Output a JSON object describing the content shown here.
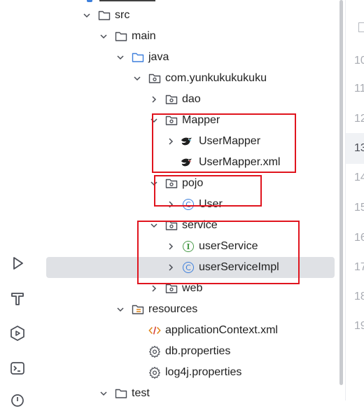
{
  "project_tree": {
    "nodes": [
      {
        "label": "src",
        "expanded": true,
        "icon": "folder-icon"
      },
      {
        "label": "main",
        "expanded": true,
        "icon": "folder-icon"
      },
      {
        "label": "java",
        "expanded": true,
        "icon": "source-folder-icon"
      },
      {
        "label": "com.yunkukukukuku",
        "expanded": true,
        "icon": "package-icon"
      },
      {
        "label": "dao",
        "expanded": false,
        "icon": "package-icon"
      },
      {
        "label": "Mapper",
        "expanded": true,
        "icon": "package-icon"
      },
      {
        "label": "UserMapper",
        "expanded": false,
        "icon": "mybatis-bird-icon"
      },
      {
        "label": "UserMapper.xml",
        "icon": "mybatis-bird-xml-icon"
      },
      {
        "label": "pojo",
        "expanded": true,
        "icon": "package-icon"
      },
      {
        "label": "User",
        "expanded": false,
        "icon": "class-icon"
      },
      {
        "label": "service",
        "expanded": true,
        "icon": "package-icon"
      },
      {
        "label": "userService",
        "expanded": false,
        "icon": "interface-icon"
      },
      {
        "label": "userServiceImpl",
        "expanded": false,
        "icon": "class-icon",
        "selected": true
      },
      {
        "label": "web",
        "expanded": false,
        "icon": "package-icon"
      },
      {
        "label": "resources",
        "expanded": true,
        "icon": "resources-folder-icon"
      },
      {
        "label": "applicationContext.xml",
        "icon": "xml-file-icon"
      },
      {
        "label": "db.properties",
        "icon": "properties-file-icon"
      },
      {
        "label": "log4j.properties",
        "icon": "properties-file-icon"
      },
      {
        "label": "test",
        "expanded": true,
        "icon": "folder-icon"
      }
    ]
  },
  "gutter": {
    "line_numbers": [
      "10",
      "11",
      "12",
      "13",
      "14",
      "15",
      "16",
      "17",
      "18",
      "19"
    ],
    "current_line": "13"
  },
  "tool_strip": [
    "run-icon",
    "build-hammer-icon",
    "services-icon",
    "terminal-icon",
    "problems-icon"
  ],
  "colors": {
    "highlight_border": "#e0141e",
    "selection_bg": "#dfe1e5",
    "class_icon": "#3d7fdc",
    "interface_icon": "#4a9b4a",
    "xml_icon": "#e0861a"
  }
}
